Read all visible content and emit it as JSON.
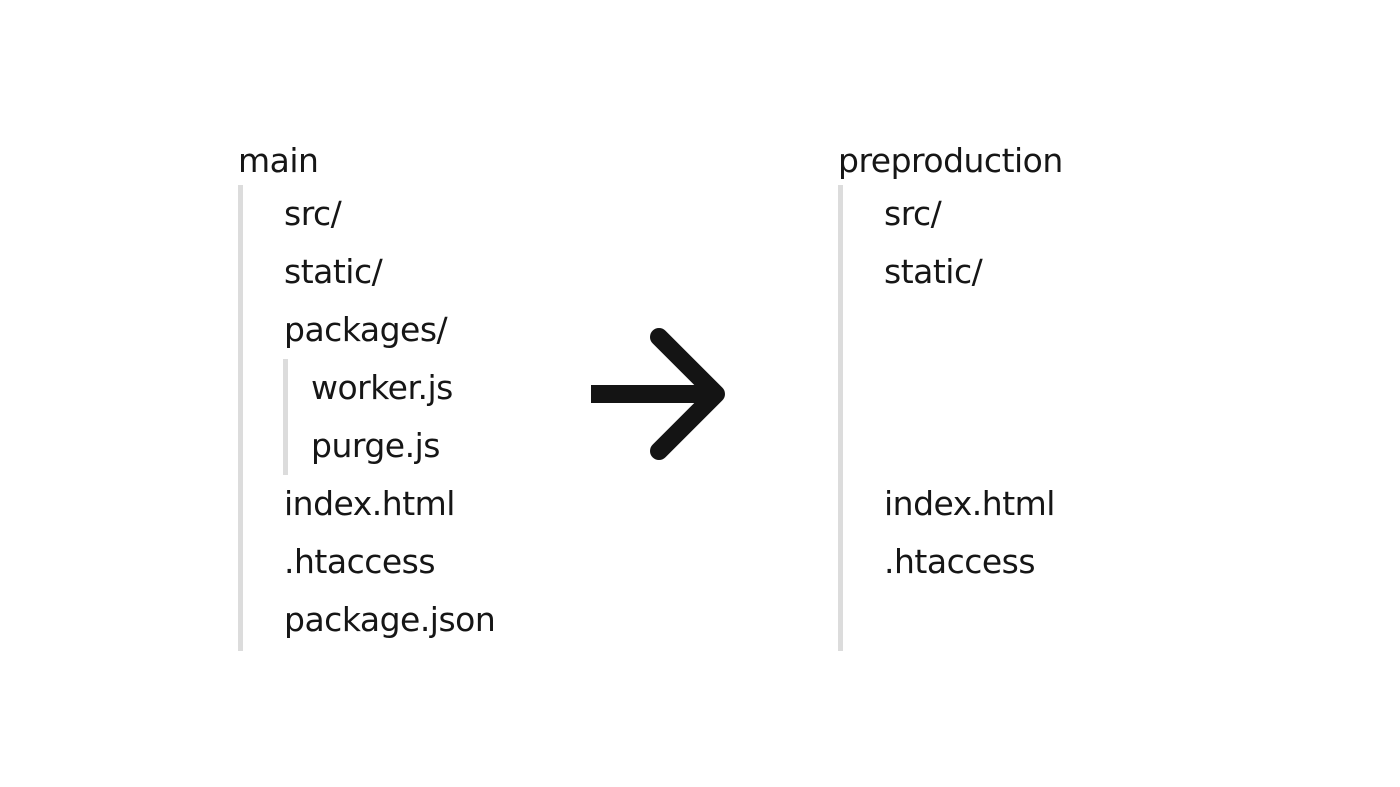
{
  "left_tree": {
    "root": "main",
    "items": {
      "src": "src/",
      "static": "static/",
      "packages": "packages/",
      "worker": "worker.js",
      "purge": "purge.js",
      "index": "index.html",
      "htaccess": ".htaccess",
      "package_json": "package.json"
    }
  },
  "right_tree": {
    "root": "preproduction",
    "items": {
      "src": "src/",
      "static": "static/",
      "index": "index.html",
      "htaccess": ".htaccess"
    }
  },
  "icons": {
    "arrow": "arrow-right-icon"
  },
  "colors": {
    "text": "#161616",
    "guide_line": "#dcdcdc",
    "arrow": "#141414"
  }
}
